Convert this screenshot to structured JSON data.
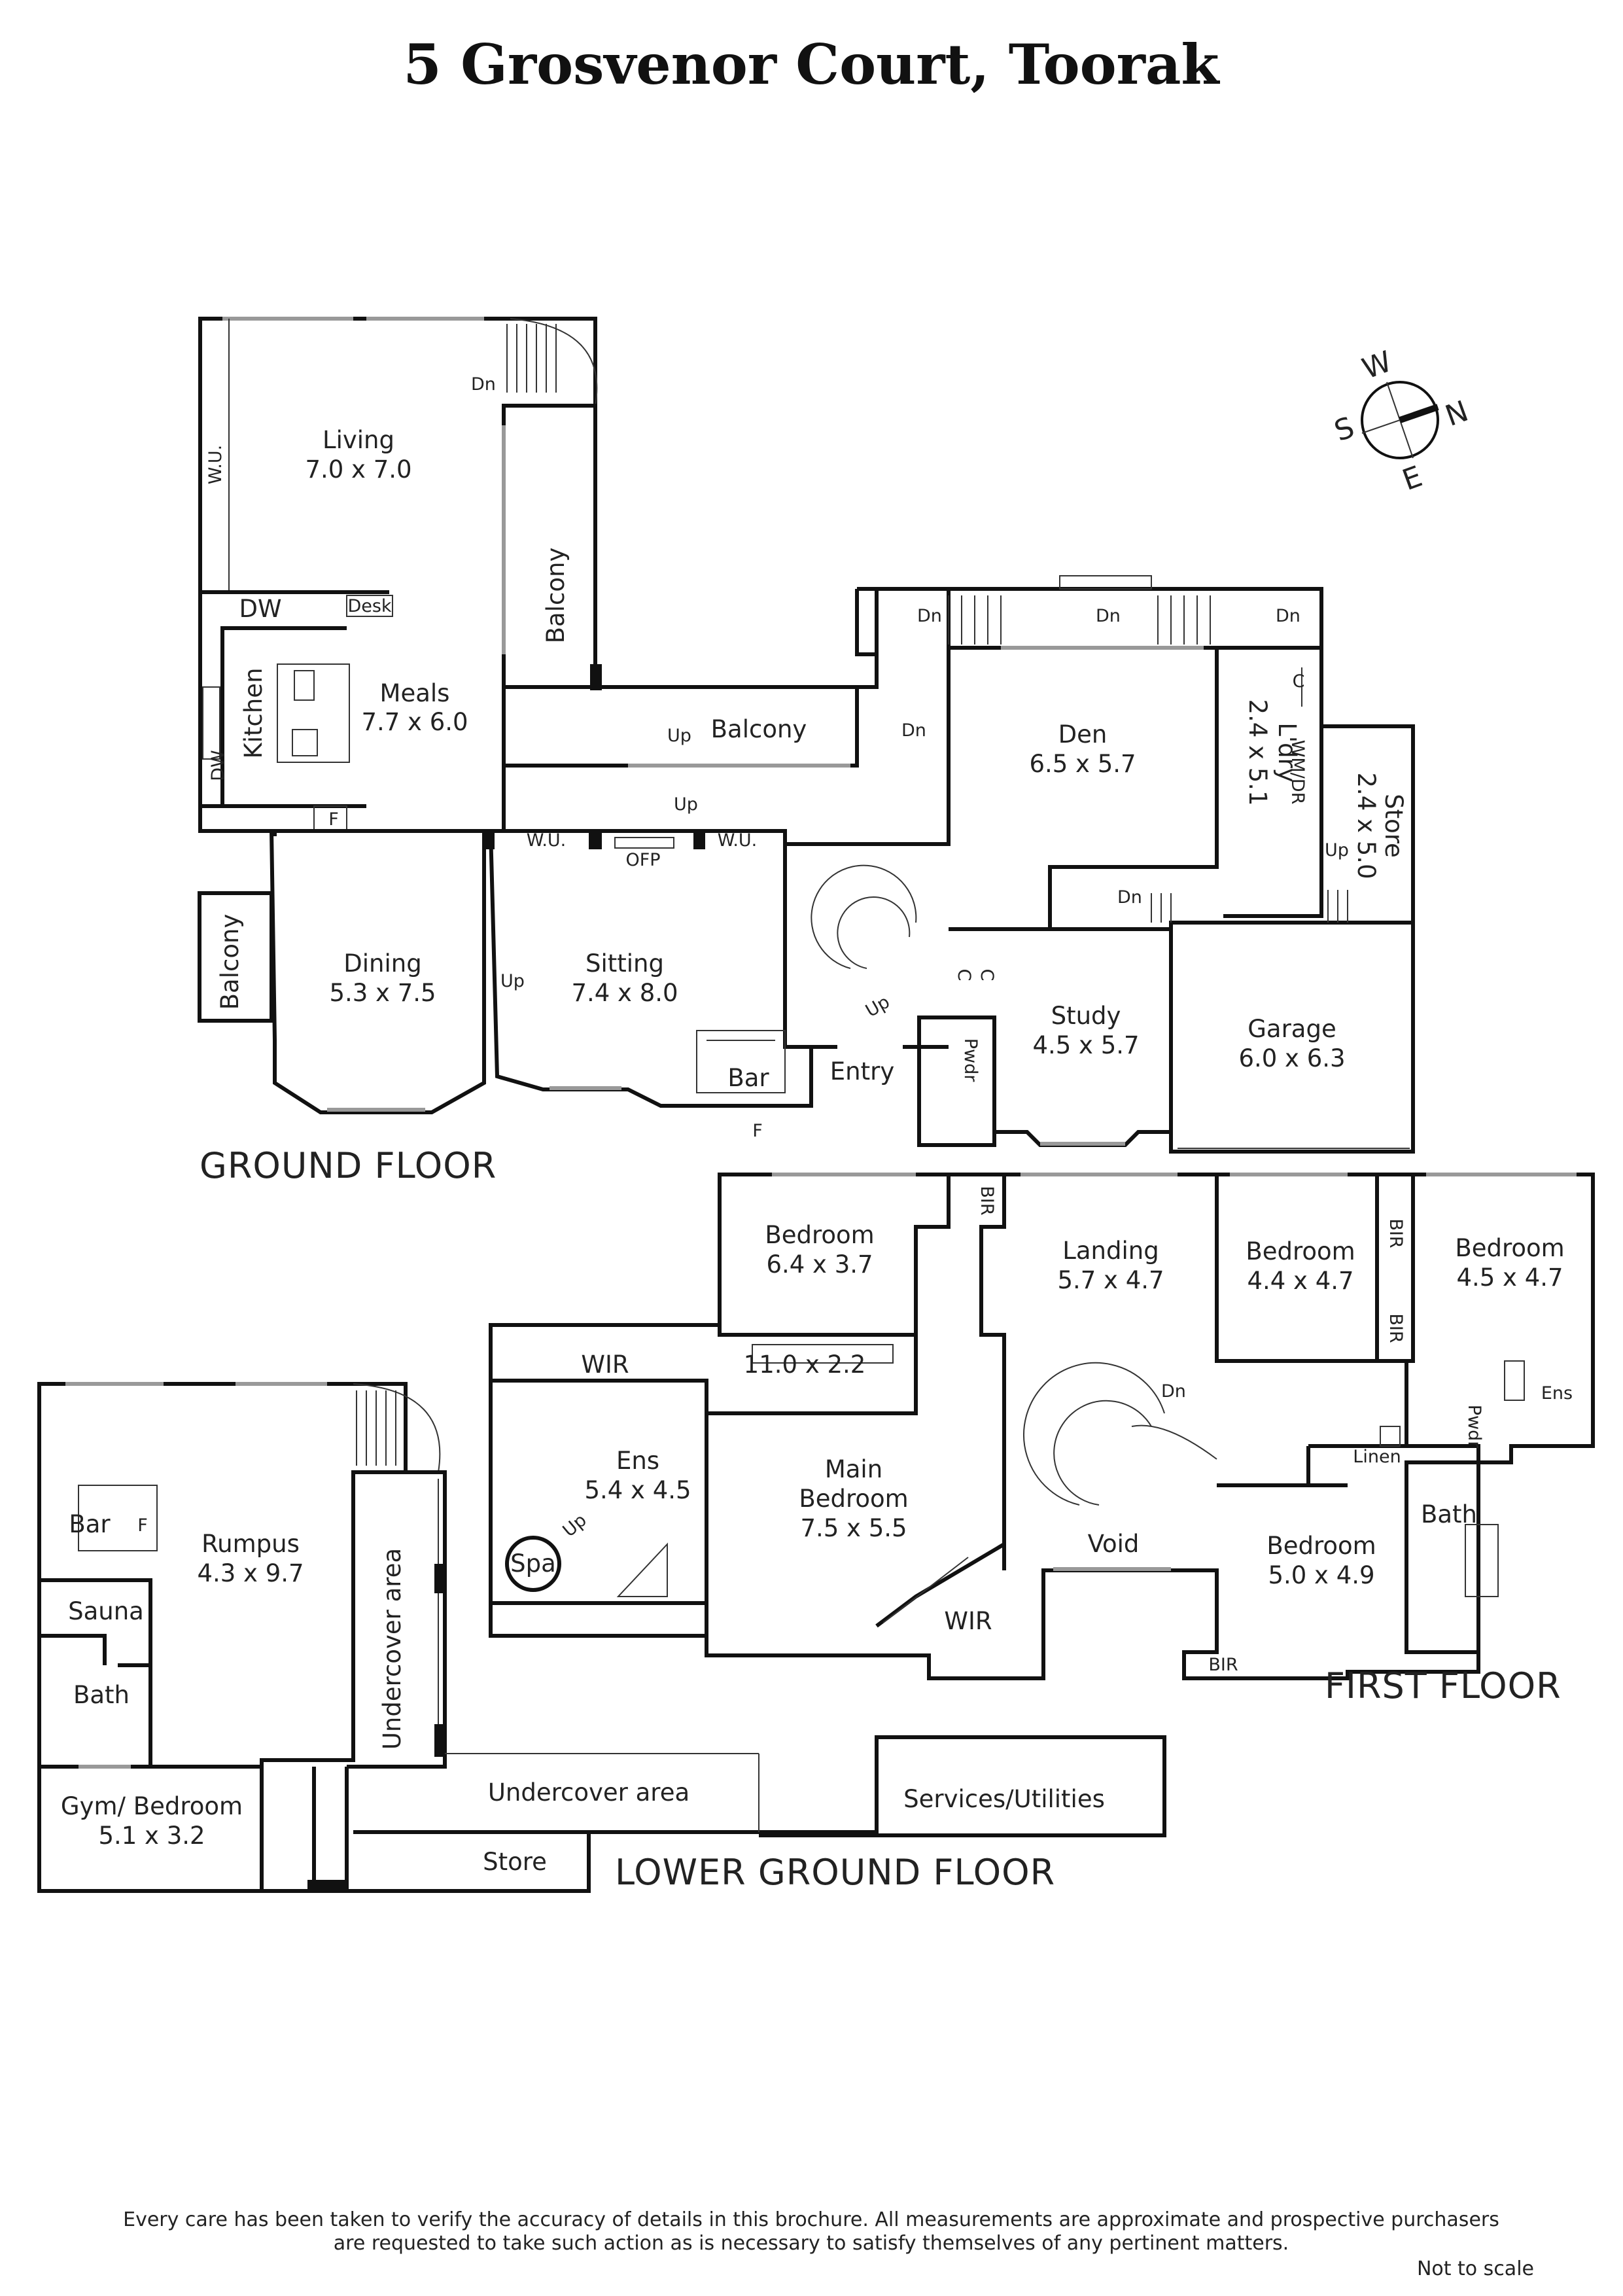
{
  "title": "5 Grosvenor Court, Toorak",
  "floors": {
    "ground": "GROUND FLOOR",
    "first": "FIRST FLOOR",
    "lower": "LOWER GROUND FLOOR"
  },
  "compass": {
    "n": "N",
    "s": "S",
    "e": "E",
    "w": "W"
  },
  "ground_floor": {
    "living": {
      "name": "Living",
      "size": "7.0 x 7.0"
    },
    "meals": {
      "name": "Meals",
      "size": "7.7 x 6.0"
    },
    "kitchen": "Kitchen",
    "balcony_side": "Balcony",
    "balcony_mid": "Balcony",
    "balcony_left": "Balcony",
    "dining": {
      "name": "Dining",
      "size": "5.3 x 7.5"
    },
    "sitting": {
      "name": "Sitting",
      "size": "7.4 x 8.0"
    },
    "den": {
      "name": "Den",
      "size": "6.5 x 5.7"
    },
    "laundry": {
      "name": "L'dry",
      "size": "2.4 x 5.1"
    },
    "store": {
      "name": "Store",
      "size": "2.4 x 5.0"
    },
    "study": {
      "name": "Study",
      "size": "4.5 x 5.7"
    },
    "garage": {
      "name": "Garage",
      "size": "6.0 x 6.3"
    },
    "entry": "Entry",
    "bar": "Bar",
    "pwdr": "Pwdr",
    "wu": "W.U.",
    "dw": "DW",
    "desk": "Desk",
    "f": "F",
    "ofp": "OFP",
    "c": "C",
    "wmdr": "WM/DR",
    "up": "Up",
    "dn": "Dn"
  },
  "first_floor": {
    "bedroom_a": {
      "name": "Bedroom",
      "size": "6.4 x 3.7"
    },
    "landing": {
      "name": "Landing",
      "size": "5.7 x 4.7"
    },
    "bedroom_b": {
      "name": "Bedroom",
      "size": "4.4 x 4.7"
    },
    "bedroom_c": {
      "name": "Bedroom",
      "size": "4.5 x 4.7"
    },
    "wir_main": {
      "name": "WIR",
      "size": "11.0 x 2.2"
    },
    "ens_main": {
      "name": "Ens",
      "size": "5.4 x 4.5"
    },
    "main_bedroom": {
      "name": "Main",
      "name2": "Bedroom",
      "size": "7.5 x 5.5"
    },
    "void": "Void",
    "bedroom_d": {
      "name": "Bedroom",
      "size": "5.0 x 4.9"
    },
    "spa": "Spa",
    "wir": "WIR",
    "bir": "BIR",
    "linen": "Linen",
    "bath": "Bath",
    "ens": "Ens",
    "pwdr": "Pwdr",
    "up": "Up",
    "dn": "Dn"
  },
  "lower_floor": {
    "rumpus": {
      "name": "Rumpus",
      "size": "4.3 x 9.7"
    },
    "bar": "Bar",
    "f": "F",
    "sauna": "Sauna",
    "bath": "Bath",
    "gym": {
      "name": "Gym/ Bedroom",
      "size": "5.1 x 3.2"
    },
    "undercover_v": "Undercover area",
    "undercover_h": "Undercover area",
    "services": "Services/Utilities",
    "store": "Store"
  },
  "disclaimer": {
    "line1": "Every care has been taken to verify the accuracy of details in this brochure.  All measurements are approximate and prospective purchasers",
    "line2": "are requested to take such action as is necessary to satisfy themselves of any pertinent matters.",
    "scale": "Not to scale"
  }
}
